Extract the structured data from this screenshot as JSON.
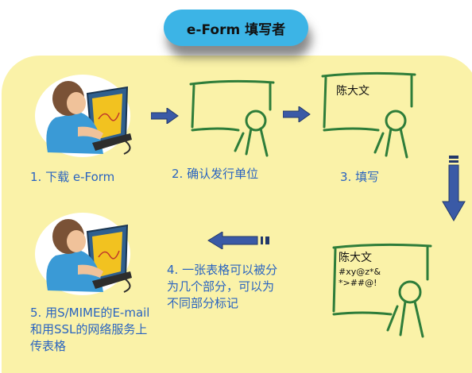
{
  "title": "e-Form 填写者",
  "steps": [
    {
      "label": "1. 下载 e-Form"
    },
    {
      "label": "2. 确认发行单位"
    },
    {
      "label": "3. 填写"
    },
    {
      "label": "4. 一张表格可以被分\n为几个部分，可以为\n不同部分标记"
    },
    {
      "label": "5. 用S/MIME的E-mail\n和用SSL的网络服务上\n传表格"
    }
  ],
  "certificates": {
    "filled_name": "陈大文",
    "signed_name": "陈大文",
    "signed_scribble": "#xy@z*&\n*>##@!"
  },
  "colors": {
    "panel": "#faf2a8",
    "title_pill": "#3cb4e6",
    "label_text": "#2a64c0",
    "arrow": "#3a5aa6",
    "certificate_stroke": "#2e7d3a"
  },
  "icons": [
    "person-at-laptop-icon",
    "certificate-icon",
    "arrow-right-icon",
    "arrow-down-icon",
    "arrow-left-icon"
  ]
}
